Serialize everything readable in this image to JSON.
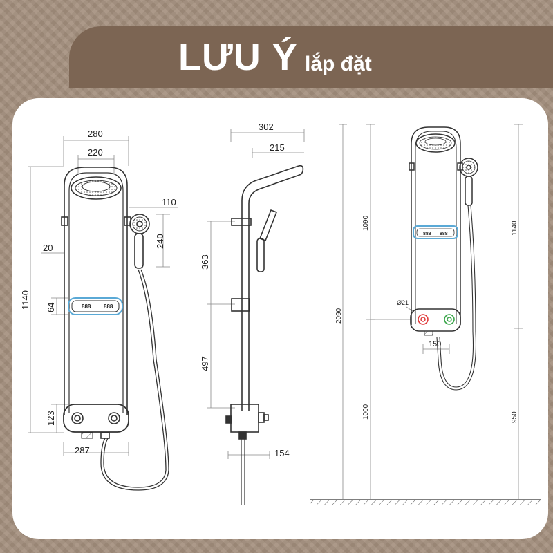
{
  "header": {
    "title_main": "LƯU Ý",
    "title_sub": "lắp đặt"
  },
  "colors": {
    "background": "#a4907e",
    "banner": "#7c6553",
    "card": "#ffffff",
    "line": "#333333",
    "display": "#5aa9d6",
    "hot": "#e03a3a",
    "cold": "#3aa64a"
  },
  "front_view": {
    "width_outer": "280",
    "width_inner": "220",
    "handshower_offset": "110",
    "handshower_drop": "240",
    "bar_width": "20",
    "total_height": "1140",
    "panel_height": "64",
    "lower_height": "123",
    "base_width": "287"
  },
  "side_view": {
    "reach_total": "302",
    "reach_arm": "215",
    "upper_segment": "363",
    "lower_segment": "497",
    "base_depth": "154"
  },
  "install_view": {
    "total_height": "2090",
    "upper_left": "1090",
    "upper_right": "1140",
    "pipe_diameter": "Ø21",
    "inlet_spacing": "150",
    "lower_left": "1000",
    "lower_right": "950"
  }
}
